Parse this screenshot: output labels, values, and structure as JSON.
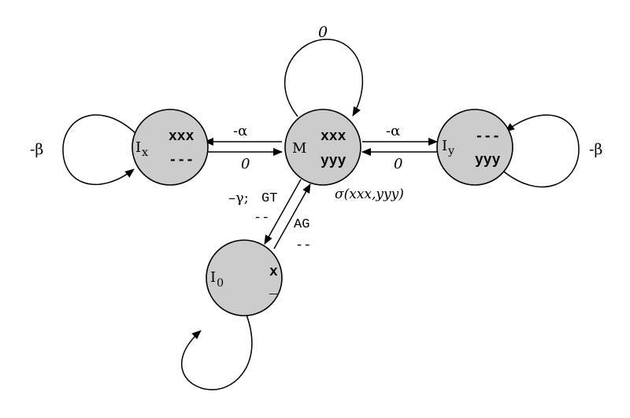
{
  "colors": {
    "node_fill": "#cccccc",
    "stroke": "#000000",
    "background": "#ffffff"
  },
  "nodes": {
    "ix": {
      "name": "I",
      "sub": "x",
      "line1": "xxx",
      "line2": "---"
    },
    "m": {
      "name": "M",
      "line1": "xxx",
      "line2": "yyy"
    },
    "iy": {
      "name": "I",
      "sub": "y",
      "line1": "---",
      "line2": "yyy"
    },
    "i0": {
      "name": "I",
      "sub": "0",
      "line1": "x",
      "line2": "_"
    }
  },
  "edges": {
    "m_to_ix": "-α",
    "ix_to_m": "0",
    "m_to_iy": "-α",
    "iy_to_m": "0",
    "m_to_i0_weight": "–γ;",
    "m_to_i0_top": "GT",
    "m_to_i0_bottom": "--",
    "i0_to_m_top": "AG",
    "i0_to_m_bottom": "--"
  },
  "loops": {
    "ix": "-β",
    "m": "0",
    "iy": "-β"
  },
  "annotations": {
    "score": "σ(xxx,yyy)"
  }
}
